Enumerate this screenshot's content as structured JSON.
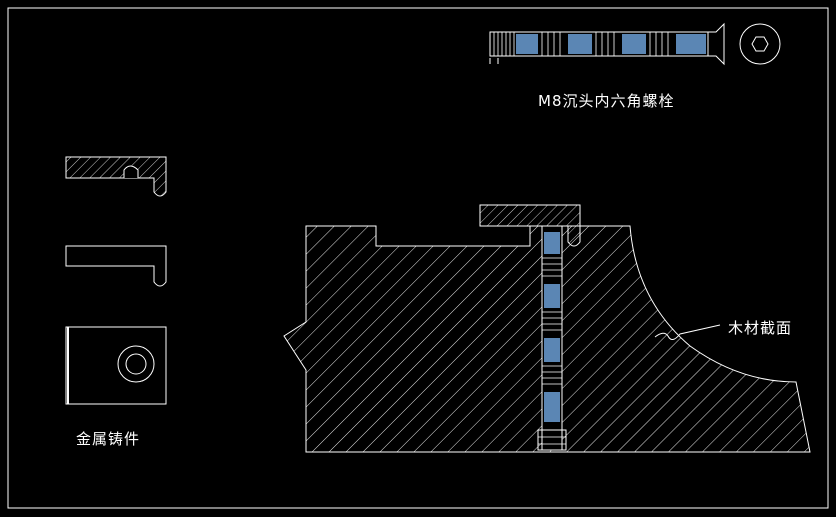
{
  "labels": {
    "bolt": "M8沉头内六角螺栓",
    "wood_section": "木材截面",
    "metal_casting": "金属铸件"
  },
  "colors": {
    "background": "#000000",
    "lines": "#ffffff",
    "bolt_fill": "#5b86b4"
  }
}
